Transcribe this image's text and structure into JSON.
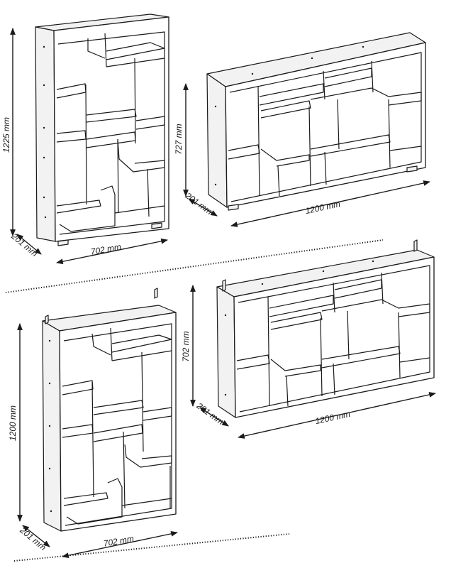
{
  "units": "mm",
  "products": [
    {
      "id": "floor-bookcase-vertical",
      "height": {
        "value": 1225,
        "text": "1225 mm"
      },
      "width": {
        "value": 702,
        "text": "702 mm"
      },
      "depth": {
        "value": 201,
        "text": "201 mm"
      }
    },
    {
      "id": "floor-bookcase-horizontal",
      "height": {
        "value": 727,
        "text": "727 mm"
      },
      "width": {
        "value": 1200,
        "text": "1200 mm"
      },
      "depth": {
        "value": 201,
        "text": "201 mm"
      }
    },
    {
      "id": "wall-shelf-vertical",
      "height": {
        "value": 1200,
        "text": "1200 mm"
      },
      "width": {
        "value": 702,
        "text": "702 mm"
      },
      "depth": {
        "value": 201,
        "text": "201 mm"
      }
    },
    {
      "id": "wall-shelf-horizontal",
      "height": {
        "value": 702,
        "text": "702 mm"
      },
      "width": {
        "value": 1200,
        "text": "1200 mm"
      },
      "depth": {
        "value": 201,
        "text": "201 mm"
      }
    }
  ]
}
